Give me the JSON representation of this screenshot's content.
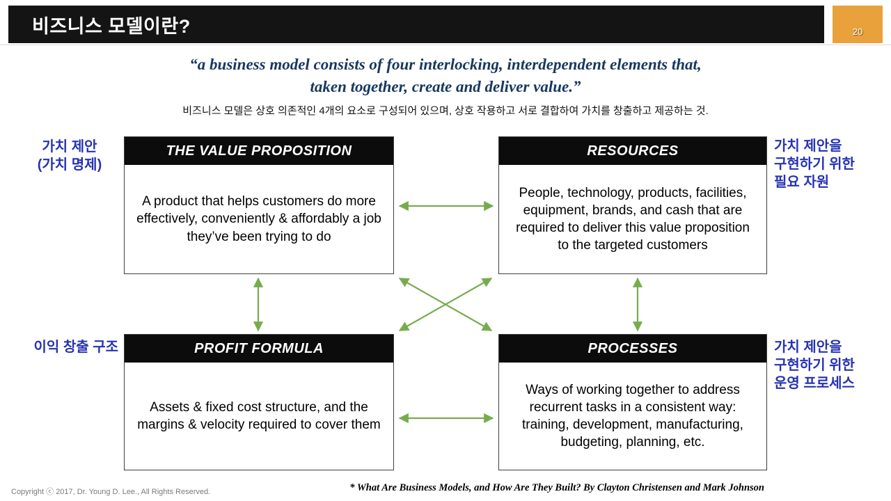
{
  "colors": {
    "header_bg": "#141414",
    "badge_bg": "#E9A23B",
    "quote_color": "#17375E",
    "label_blue": "#2633B0",
    "arrow_green": "#77AC4E"
  },
  "header": {
    "title": "비즈니스 모델이란?",
    "page_number": "20"
  },
  "quote": {
    "line1": "“a business model consists of four interlocking, interdependent elements that,",
    "line2": "taken together, create and deliver value.”",
    "subtitle_ko": "비즈니스 모델은 상호 의존적인 4개의 요소로 구성되어 있으며, 상호 작용하고 서로 결합하여 가치를 창출하고 제공하는 것."
  },
  "boxes": {
    "value_proposition": {
      "title": "THE VALUE PROPOSITION",
      "body": "A product that helps customers do more effectively, conveniently & affordably a job they’ve been trying to do"
    },
    "resources": {
      "title": "RESOURCES",
      "body": "People, technology, products, facilities, equipment, brands, and cash that are required to deliver this value proposition to the targeted customers"
    },
    "profit_formula": {
      "title": "PROFIT FORMULA",
      "body": "Assets & fixed cost structure, and the margins & velocity required to cover them"
    },
    "processes": {
      "title": "PROCESSES",
      "body": "Ways of working together to address recurrent tasks in a consistent way: training, development, manufacturing, budgeting, planning, etc."
    }
  },
  "side_labels": {
    "value_proposition": "가치 제안\n(가치 명제)",
    "resources": "가치 제안을\n구현하기 위한\n필요 자원",
    "profit_formula": "이익 창출 구조",
    "processes": "가치 제안을\n구현하기 위한\n운영 프로세스"
  },
  "footer": {
    "copyright": "Copyright ⓒ 2017, Dr. Young D. Lee., All Rights Reserved.",
    "reference": "* What Are Business Models, and How Are They Built? By Clayton Christensen and Mark Johnson"
  }
}
